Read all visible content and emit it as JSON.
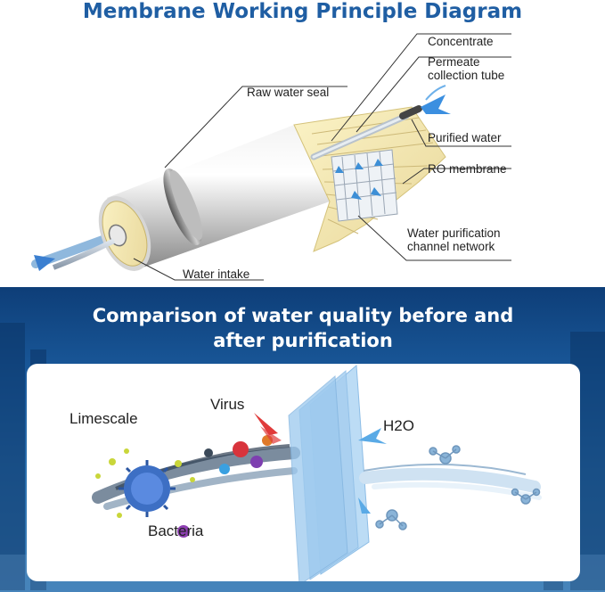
{
  "diagram": {
    "title": "Membrane Working Principle Diagram",
    "labels": {
      "raw_water_seal": "Raw water seal",
      "concentrate": "Concentrate",
      "permeate_collection_tube": "Permeate\ncollection tube",
      "purified_water": "Purified water",
      "ro_membrane": "RO membrane",
      "water_purification_channel_network": "Water  purification\nchannel network",
      "water_intake": "Water intake"
    }
  },
  "comparison": {
    "title_line1": "Comparison of water quality before and",
    "title_line2": "after purification",
    "labels": {
      "limescale": "Limescale",
      "virus": "Virus",
      "bacteria": "Bacteria",
      "h2o": "H2O"
    }
  },
  "colors": {
    "title_blue": "#1f5ea3",
    "banner_blue": "#1a5a9c",
    "filter_blue": "#9cc9ee"
  }
}
